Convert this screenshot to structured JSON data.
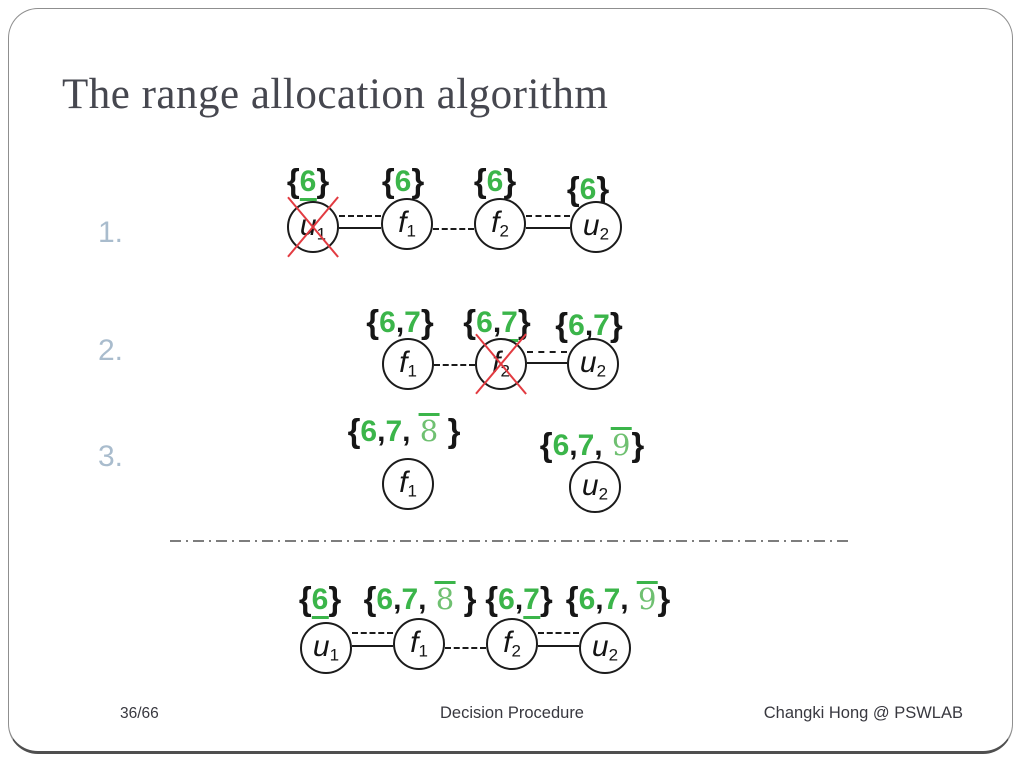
{
  "title": "The range allocation algorithm",
  "steps": [
    "1.",
    "2.",
    "3."
  ],
  "footer": {
    "page": "36/66",
    "center": "Decision Procedure",
    "right": "Changki Hong @ PSWLAB"
  },
  "colors": {
    "green": "#3bb54a",
    "serif_green": "#6fc071",
    "red_cross": "#e23b41",
    "step_number": "#a9bccd",
    "title_text": "#46474f"
  },
  "diagram": {
    "step1": {
      "nodes": [
        {
          "letter": "u",
          "sub": "1",
          "crossed": true,
          "set": [
            {
              "t": "brace",
              "v": "{"
            },
            {
              "t": "num",
              "v": "6",
              "u": true
            },
            {
              "t": "brace",
              "v": "}"
            }
          ]
        },
        {
          "letter": "f",
          "sub": "1",
          "crossed": false,
          "set": [
            {
              "t": "brace",
              "v": "{"
            },
            {
              "t": "num",
              "v": "6"
            },
            {
              "t": "brace",
              "v": "}"
            }
          ]
        },
        {
          "letter": "f",
          "sub": "2",
          "crossed": false,
          "set": [
            {
              "t": "brace",
              "v": "{"
            },
            {
              "t": "num",
              "v": "6"
            },
            {
              "t": "brace",
              "v": "}"
            }
          ]
        },
        {
          "letter": "u",
          "sub": "2",
          "crossed": false,
          "set": [
            {
              "t": "brace",
              "v": "{"
            },
            {
              "t": "num",
              "v": "6"
            },
            {
              "t": "brace",
              "v": "}"
            }
          ]
        }
      ]
    },
    "step2": {
      "nodes": [
        {
          "letter": "f",
          "sub": "1",
          "crossed": false,
          "set": [
            {
              "t": "brace",
              "v": "{"
            },
            {
              "t": "num",
              "v": "6"
            },
            {
              "t": "sep",
              "v": ","
            },
            {
              "t": "num",
              "v": "7"
            },
            {
              "t": "brace",
              "v": "}"
            }
          ]
        },
        {
          "letter": "f",
          "sub": "2",
          "crossed": true,
          "set": [
            {
              "t": "brace",
              "v": "{"
            },
            {
              "t": "num",
              "v": "6"
            },
            {
              "t": "sep",
              "v": ","
            },
            {
              "t": "num",
              "v": "7",
              "u": true
            },
            {
              "t": "brace",
              "v": "}"
            }
          ]
        },
        {
          "letter": "u",
          "sub": "2",
          "crossed": false,
          "set": [
            {
              "t": "brace",
              "v": "{"
            },
            {
              "t": "num",
              "v": "6"
            },
            {
              "t": "sep",
              "v": ","
            },
            {
              "t": "num",
              "v": "7"
            },
            {
              "t": "brace",
              "v": "}"
            }
          ]
        }
      ]
    },
    "step3": {
      "nodes": [
        {
          "letter": "f",
          "sub": "1",
          "crossed": false,
          "set": [
            {
              "t": "brace",
              "v": "{"
            },
            {
              "t": "num",
              "v": "6"
            },
            {
              "t": "sep",
              "v": ","
            },
            {
              "t": "num",
              "v": "7"
            },
            {
              "t": "sep",
              "v": ", "
            },
            {
              "t": "bar",
              "v": "8"
            },
            {
              "t": "sep",
              "v": " "
            },
            {
              "t": "brace",
              "v": "}"
            }
          ]
        },
        {
          "letter": "u",
          "sub": "2",
          "crossed": false,
          "set": [
            {
              "t": "brace",
              "v": "{"
            },
            {
              "t": "num",
              "v": "6"
            },
            {
              "t": "sep",
              "v": ","
            },
            {
              "t": "num",
              "v": "7"
            },
            {
              "t": "sep",
              "v": ", "
            },
            {
              "t": "bar",
              "v": "9"
            },
            {
              "t": "brace",
              "v": "}"
            }
          ]
        }
      ]
    },
    "result": {
      "nodes": [
        {
          "letter": "u",
          "sub": "1",
          "crossed": false,
          "set": [
            {
              "t": "brace",
              "v": "{"
            },
            {
              "t": "num",
              "v": "6",
              "u": true
            },
            {
              "t": "brace",
              "v": "}"
            }
          ]
        },
        {
          "letter": "f",
          "sub": "1",
          "crossed": false,
          "set": [
            {
              "t": "brace",
              "v": "{"
            },
            {
              "t": "num",
              "v": "6"
            },
            {
              "t": "sep",
              "v": ","
            },
            {
              "t": "num",
              "v": "7"
            },
            {
              "t": "sep",
              "v": ", "
            },
            {
              "t": "bar",
              "v": "8"
            },
            {
              "t": "sep",
              "v": " "
            },
            {
              "t": "brace",
              "v": "}"
            }
          ]
        },
        {
          "letter": "f",
          "sub": "2",
          "crossed": false,
          "set": [
            {
              "t": "brace",
              "v": "{"
            },
            {
              "t": "num",
              "v": "6"
            },
            {
              "t": "sep",
              "v": ","
            },
            {
              "t": "num",
              "v": "7",
              "u": true
            },
            {
              "t": "brace",
              "v": "}"
            }
          ]
        },
        {
          "letter": "u",
          "sub": "2",
          "crossed": false,
          "set": [
            {
              "t": "brace",
              "v": "{"
            },
            {
              "t": "num",
              "v": "6"
            },
            {
              "t": "sep",
              "v": ","
            },
            {
              "t": "num",
              "v": "7"
            },
            {
              "t": "sep",
              "v": ", "
            },
            {
              "t": "bar",
              "v": "9"
            },
            {
              "t": "brace",
              "v": "}"
            }
          ]
        }
      ]
    }
  }
}
